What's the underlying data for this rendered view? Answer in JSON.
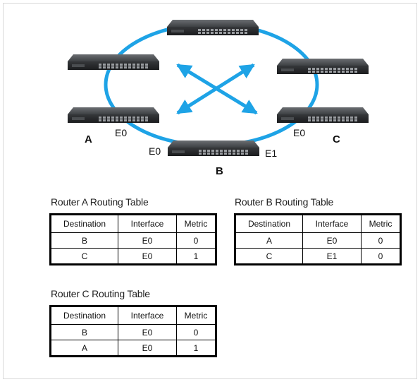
{
  "diagram": {
    "node_labels": {
      "router_a": "A",
      "router_b": "B",
      "router_c": "C",
      "a_e0": "E0",
      "b_e0": "E0",
      "b_e1": "E1",
      "c_e0": "E0"
    },
    "colors": {
      "ring": "#1ea3e6",
      "device_dark": "#2b2d30",
      "device_top": "#55585c"
    }
  },
  "tables": {
    "router_a": {
      "title": "Router A Routing Table",
      "headers": [
        "Destination",
        "Interface",
        "Metric"
      ],
      "rows": [
        [
          "B",
          "E0",
          "0"
        ],
        [
          "C",
          "E0",
          "1"
        ]
      ]
    },
    "router_b": {
      "title": "Router B Routing Table",
      "headers": [
        "Destination",
        "Interface",
        "Metric"
      ],
      "rows": [
        [
          "A",
          "E0",
          "0"
        ],
        [
          "C",
          "E1",
          "0"
        ]
      ]
    },
    "router_c": {
      "title": "Router C Routing Table",
      "headers": [
        "Destination",
        "Interface",
        "Metric"
      ],
      "rows": [
        [
          "B",
          "E0",
          "0"
        ],
        [
          "A",
          "E0",
          "1"
        ]
      ]
    }
  }
}
